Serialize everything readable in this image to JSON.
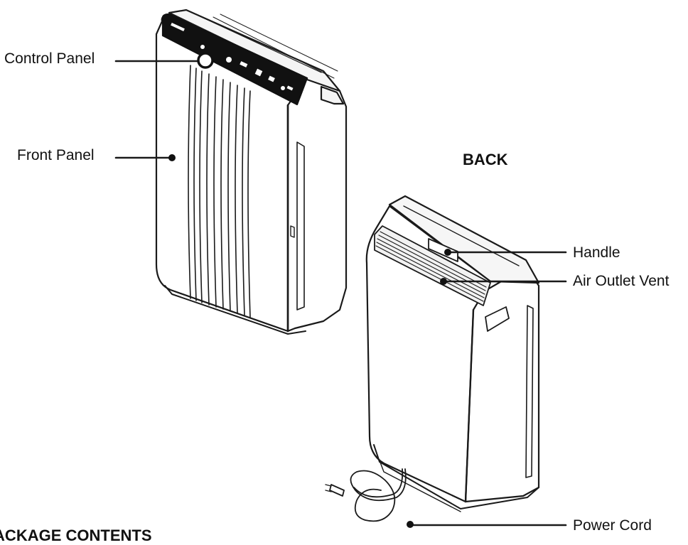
{
  "labels": {
    "control_panel": "Control Panel",
    "front_panel": "Front Panel",
    "back_heading": "BACK",
    "handle": "Handle",
    "air_outlet_vent": "Air Outlet Vent",
    "power_cord": "Power Cord",
    "package_contents": "PACKAGE CONTENTS"
  },
  "colors": {
    "line": "#1a1a1a",
    "panel_dark": "#111111",
    "background": "#ffffff"
  }
}
